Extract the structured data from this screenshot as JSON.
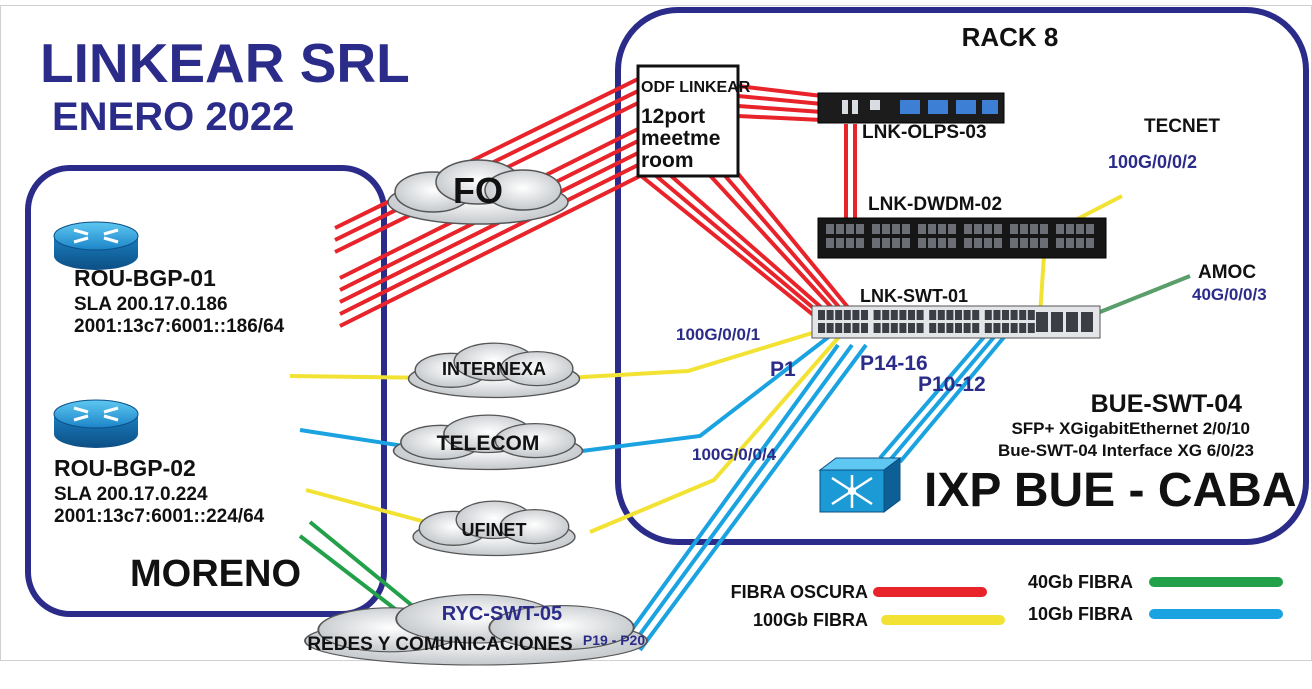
{
  "title": "LINKEAR SRL",
  "subtitle": "ENERO 2022",
  "rack": {
    "label": "RACK 8"
  },
  "odf": {
    "line1": "ODF LINKEAR",
    "line2": "12port",
    "line3": "meetme",
    "line4": "room"
  },
  "devices": {
    "olps": "LNK-OLPS-03",
    "dwdm": "LNK-DWDM-02",
    "swt": "LNK-SWT-01"
  },
  "routers": [
    {
      "name": "ROU-BGP-01",
      "sla": "SLA 200.17.0.186",
      "ipv6": "2001:13c7:6001::186/64"
    },
    {
      "name": "ROU-BGP-02",
      "sla": "SLA 200.17.0.224",
      "ipv6": "2001:13c7:6001::224/64"
    }
  ],
  "site": {
    "label": "MORENO"
  },
  "clouds": {
    "fo": "FO",
    "internexa": "INTERNEXA",
    "telecom": "TELECOM",
    "ufinet": "UFINET",
    "redes": "REDES Y COMUNICACIONES",
    "ryc": "RYC-SWT-05",
    "ports": "P19 - P20"
  },
  "peers": {
    "tecnet": "TECNET",
    "tecnet_port": "100G/0/0/2",
    "amoc": "AMOC",
    "amoc_port": "40G/0/0/3"
  },
  "ports": {
    "p001": "100G/0/0/1",
    "p004": "100G/0/0/4",
    "p1": "P1",
    "p14": "P14-16",
    "p10": "P10-12"
  },
  "ixp": {
    "switch": "BUE-SWT-04",
    "iface1": "SFP+ XGigabitEthernet 2/0/10",
    "iface2": "Bue-SWT-04  Interface XG 6/0/23",
    "name": "IXP BUE - CABA"
  },
  "legend": [
    {
      "label": "FIBRA OSCURA",
      "color": "#e8232a"
    },
    {
      "label": "100Gb FIBRA",
      "color": "#f2e233"
    },
    {
      "label": "40Gb FIBRA",
      "color": "#23a04a"
    },
    {
      "label": "10Gb FIBRA",
      "color": "#1aa3e0"
    }
  ],
  "colors": {
    "frame": "#2b2c8a",
    "red": "#e8232a",
    "yellow": "#f2e233",
    "green": "#23a04a",
    "darkgreen": "#5a9e6b",
    "blue": "#1aa3e0",
    "router": "#1c9ad6"
  }
}
